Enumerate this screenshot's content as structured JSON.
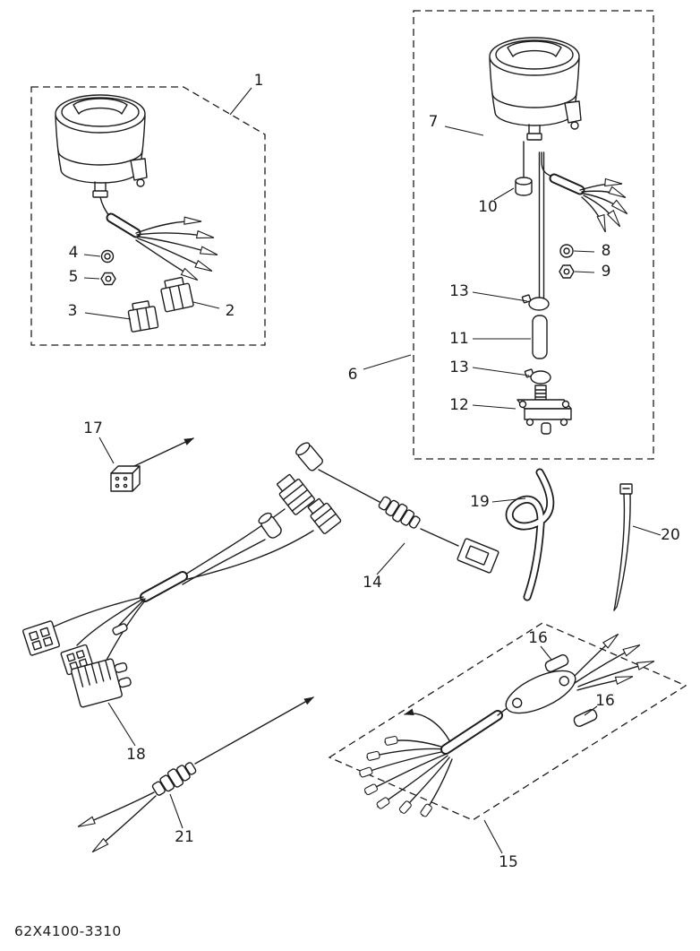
{
  "diagram": {
    "part_code": "62X4100-3310",
    "colors": {
      "ink": "#1c1c1c",
      "background": "#ffffff"
    },
    "callouts": {
      "c1": "1",
      "c2": "2",
      "c3": "3",
      "c4": "4",
      "c5": "5",
      "c6": "6",
      "c7": "7",
      "c8": "8",
      "c9": "9",
      "c10": "10",
      "c11": "11",
      "c12": "12",
      "c13a": "13",
      "c13b": "13",
      "c14": "14",
      "c15": "15",
      "c16a": "16",
      "c16b": "16",
      "c17": "17",
      "c18": "18",
      "c19": "19",
      "c20": "20",
      "c21": "21"
    }
  }
}
